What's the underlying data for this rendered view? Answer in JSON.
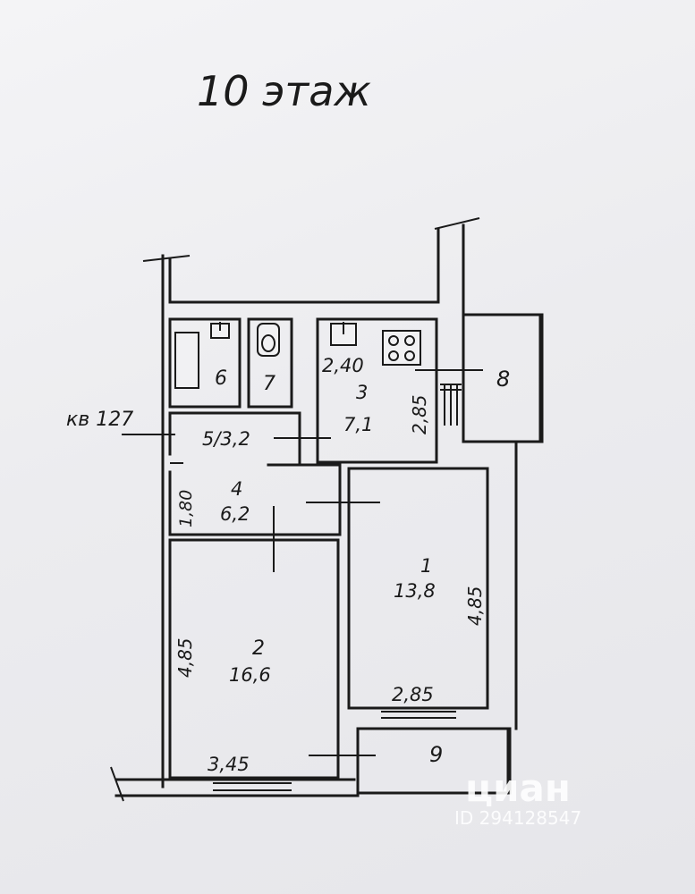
{
  "floor_title": "10 этаж",
  "apartment_label": "кв 127",
  "rooms": [
    {
      "id": "1",
      "area": "13,8"
    },
    {
      "id": "2",
      "area": "16,6"
    },
    {
      "id": "3",
      "area": "7,1"
    },
    {
      "id": "4",
      "area": "6,2"
    },
    {
      "id": "5",
      "area": "5/3,2"
    },
    {
      "id": "6"
    },
    {
      "id": "7"
    },
    {
      "id": "8"
    },
    {
      "id": "9"
    }
  ],
  "dimensions": {
    "kitchen_width": "2,40",
    "kitchen_depth": "2,85",
    "hall_depth": "1,80",
    "room2_length": "4,85",
    "room2_width": "3,45",
    "room1_length": "4,85",
    "room1_width": "2,85"
  },
  "watermark": {
    "brand": "циан",
    "listing_id": "ID 294128547"
  }
}
